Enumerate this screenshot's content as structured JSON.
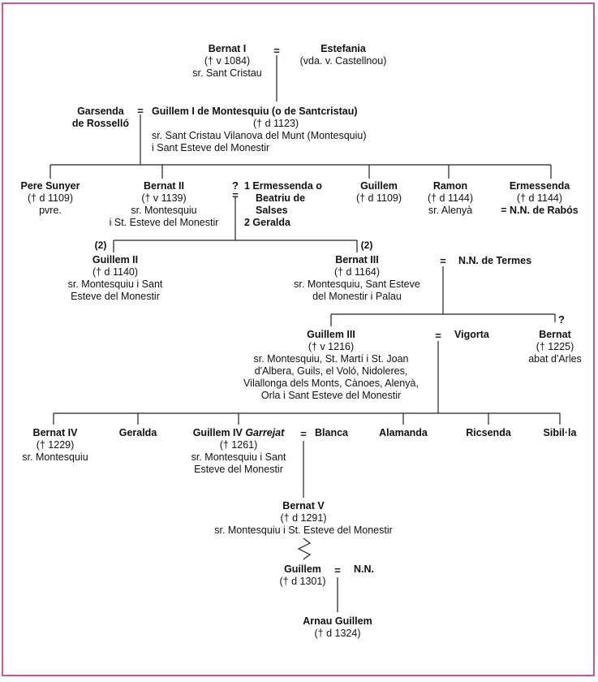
{
  "people": {
    "bernat1": {
      "name": "Bernat I",
      "dates": "(† v 1084)",
      "title": "sr. Sant Cristau"
    },
    "estefania": {
      "name": "Estefania",
      "dates": "(vda. v. Castellnou)"
    },
    "garsenda": {
      "name1": "Garsenda",
      "name2": "de Rosselló"
    },
    "guillem1": {
      "name": "Guillem I de Montesquiu (o de Santcristau)",
      "dates": "(† d 1123)",
      "title1": "sr. Sant Cristau Vilanova del Munt (Montesquiu)",
      "title2": "i Sant Esteve del Monestir"
    },
    "pere_sunyer": {
      "name": "Pere Sunyer",
      "dates": "(† d 1109)",
      "title": "pvre."
    },
    "bernat2": {
      "name": "Bernat II",
      "dates": "(† v 1139)",
      "title1": "sr. Montesquiu",
      "title2": "i St. Esteve del Monestir"
    },
    "ermessenda1": {
      "line1": "1 Ermessenda o",
      "line2": "Beatriu de",
      "line3": "Salses",
      "line4": "2 Geralda"
    },
    "guillem_a": {
      "name": "Guillem",
      "dates": "(† d 1109)"
    },
    "ramon": {
      "name": "Ramon",
      "dates": "(† d 1144)",
      "title": "sr. Alenyà"
    },
    "ermessenda2": {
      "name": "Ermessenda",
      "dates": "(† d 1144)",
      "spouse": "= N.N. de Rabós"
    },
    "guillem2": {
      "name": "Guillem II",
      "dates": "(† d 1140)",
      "title1": "sr. Montesquiu i Sant",
      "title2": "Esteve del Monestir"
    },
    "bernat3": {
      "name": "Bernat III",
      "dates": "(† d 1164)",
      "title1": "sr. Montesquiu, Sant Esteve",
      "title2": "del Monestir i Palau"
    },
    "nn_termes": {
      "name": "N.N. de Termes"
    },
    "guillem3": {
      "name": "Guillem III",
      "dates": "(† v 1216)",
      "title1": "sr. Montesquiu, St. Martí i St. Joan",
      "title2": "d'Albera, Guils, el Voló, Nidoleres,",
      "title3": "Vilallonga dels Monts, Cànoes, Alenyà,",
      "title4": "Orla i Sant Esteve del Monestir"
    },
    "vigorta": {
      "name": "Vigorta"
    },
    "bernat_abat": {
      "name": "Bernat",
      "dates": "(† 1225)",
      "title": "abat d'Arles"
    },
    "bernat4": {
      "name": "Bernat IV",
      "dates": "(† 1229)",
      "title": "sr. Montesquiu"
    },
    "geralda": {
      "name": "Geralda"
    },
    "guillem4": {
      "name": "Guillem IV",
      "epithet": "Garrejat",
      "dates": "(† 1261)",
      "title1": "sr. Montesquiu i Sant",
      "title2": "Esteve del Monestir"
    },
    "blanca": {
      "name": "Blanca"
    },
    "alamanda": {
      "name": "Alamanda"
    },
    "ricsenda": {
      "name": "Ricsenda"
    },
    "sibilla": {
      "name": "Sibil·la"
    },
    "bernat5": {
      "name": "Bernat V",
      "dates": "(† d 1291)",
      "title": "sr. Montesquiu i St. Esteve del Monestir"
    },
    "guillem5": {
      "name": "Guillem",
      "dates": "(† d 1301)"
    },
    "nn": {
      "name": "N.N."
    },
    "arnau": {
      "name": "Arnau Guillem",
      "dates": "(† d 1324)"
    }
  },
  "symbols": {
    "eq": "=",
    "q": "?",
    "two": "(2)"
  }
}
